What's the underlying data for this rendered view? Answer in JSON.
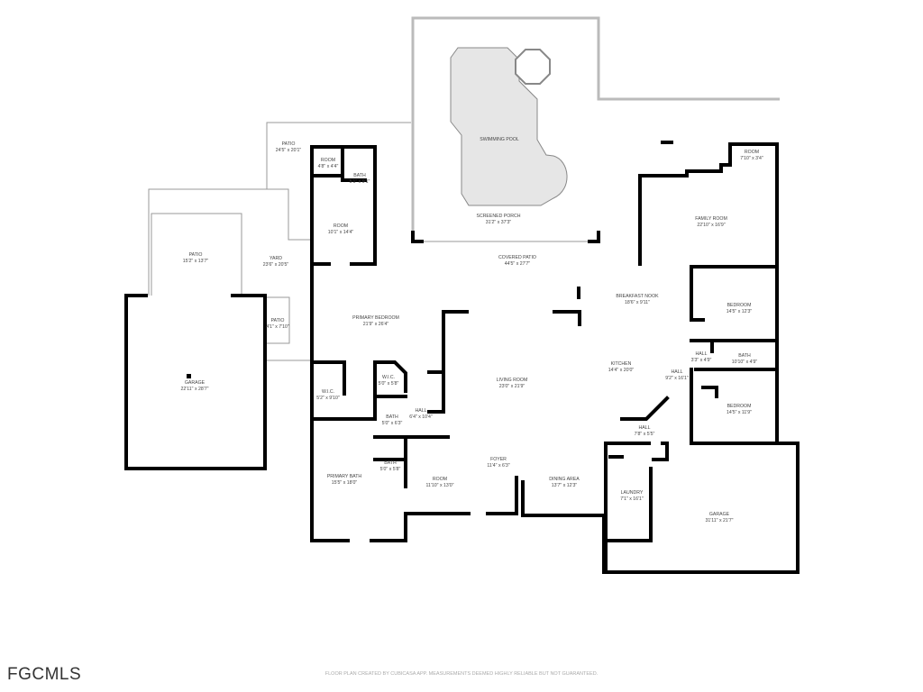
{
  "rooms": [
    {
      "name": "PATIO",
      "dims": "24'5\" x 20'1\""
    },
    {
      "name": "ROOM",
      "dims": "4'8\" x 4'4\""
    },
    {
      "name": "BATH",
      "dims": "5'1\" x 9'1\""
    },
    {
      "name": "ROOM",
      "dims": "10'1\" x 14'4\""
    },
    {
      "name": "PATIO",
      "dims": "15'2\" x 13'7\""
    },
    {
      "name": "YARD",
      "dims": "23'6\" x 20'5\""
    },
    {
      "name": "PATIO",
      "dims": "4'1\" x 7'10\""
    },
    {
      "name": "GARAGE",
      "dims": "22'11\" x 28'7\""
    },
    {
      "name": "SWIMMING POOL",
      "dims": ""
    },
    {
      "name": "SCREENED PORCH",
      "dims": "31'2\" x 37'3\""
    },
    {
      "name": "COVERED PATIO",
      "dims": "44'5\" x 27'7\""
    },
    {
      "name": "FAMILY ROOM",
      "dims": "22'10\" x 16'9\""
    },
    {
      "name": "ROOM",
      "dims": "7'10\" x 3'4\""
    },
    {
      "name": "BREAKFAST NOOK",
      "dims": "18'6\" x 9'11\""
    },
    {
      "name": "BEDROOM",
      "dims": "14'5\" x 12'3\""
    },
    {
      "name": "PRIMARY BEDROOM",
      "dims": "21'9\" x 26'4\""
    },
    {
      "name": "HALL",
      "dims": "3'3\" x 4'9\""
    },
    {
      "name": "BATH",
      "dims": "10'10\" x 4'9\""
    },
    {
      "name": "KITCHEN",
      "dims": "14'4\" x 20'0\""
    },
    {
      "name": "HALL",
      "dims": "9'2\" x 16'1\""
    },
    {
      "name": "LIVING ROOM",
      "dims": "23'0\" x 21'9\""
    },
    {
      "name": "W.I.C.",
      "dims": "5'0\" x 5'8\""
    },
    {
      "name": "W.I.C.",
      "dims": "5'2\" x 9'10\""
    },
    {
      "name": "HALL",
      "dims": "6'4\" x 10'4\""
    },
    {
      "name": "BATH",
      "dims": "5'0\" x 6'3\""
    },
    {
      "name": "BEDROOM",
      "dims": "14'5\" x 11'9\""
    },
    {
      "name": "HALL",
      "dims": "7'8\" x 5'5\""
    },
    {
      "name": "FOYER",
      "dims": "11'4\" x 6'3\""
    },
    {
      "name": "BATH",
      "dims": "5'0\" x 5'8\""
    },
    {
      "name": "ROOM",
      "dims": "11'10\" x 13'0\""
    },
    {
      "name": "DINING AREA",
      "dims": "13'7\" x 12'3\""
    },
    {
      "name": "PRIMARY BATH",
      "dims": "15'5\" x 18'0\""
    },
    {
      "name": "LAUNDRY",
      "dims": "7'1\" x 16'1\""
    },
    {
      "name": "GARAGE",
      "dims": "31'11\" x 21'7\""
    }
  ],
  "logo": "FGCMLS",
  "disclaimer": "FLOOR PLAN CREATED BY CUBICASA APP. MEASUREMENTS DEEMED HIGHLY RELIABLE BUT NOT GUARANTEED.",
  "colors": {
    "walls": "#000000",
    "pool": "#e6e6e6",
    "outline": "#9a9a9a"
  }
}
